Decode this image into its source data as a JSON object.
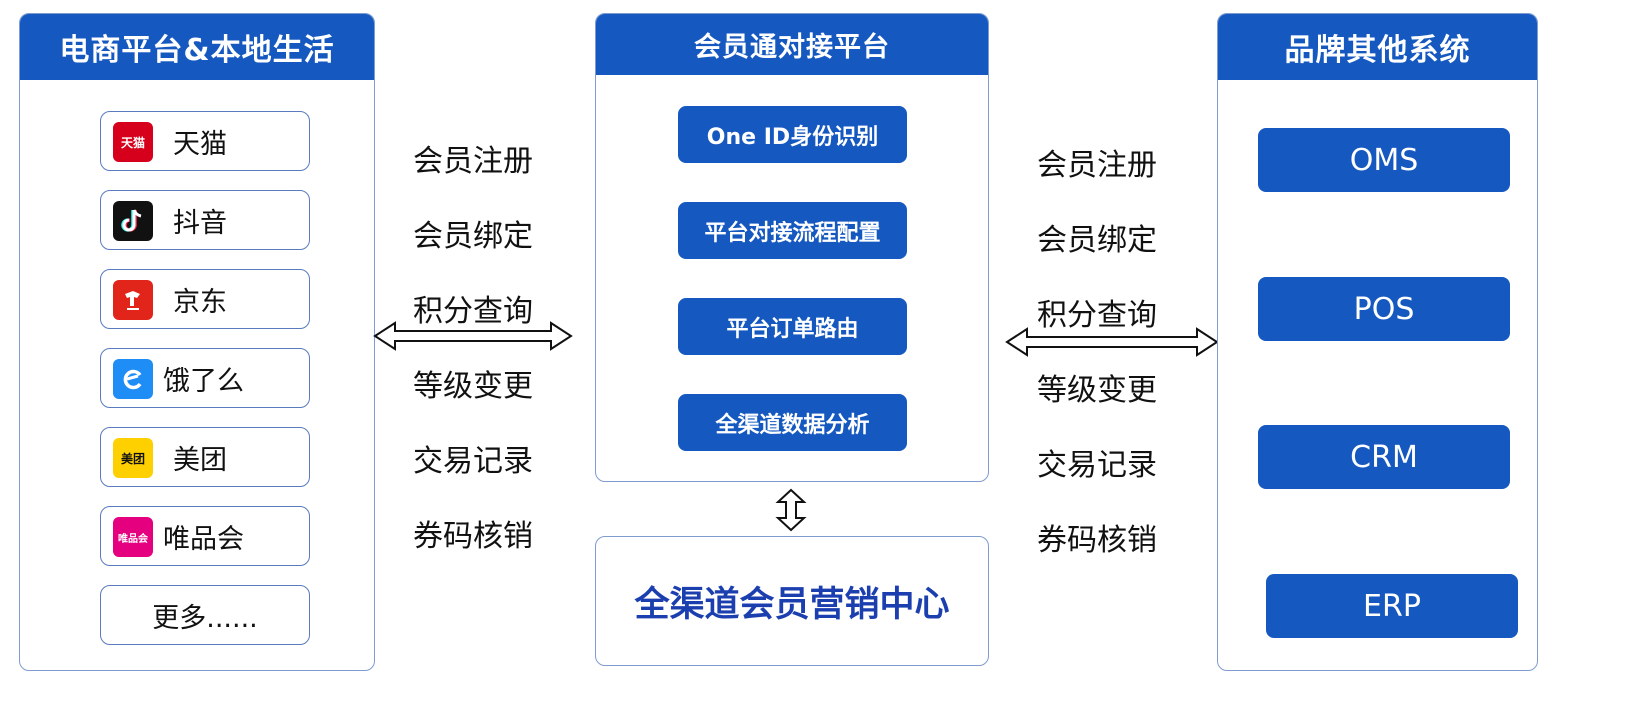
{
  "left_panel": {
    "title": "电商平台&本地生活",
    "items": [
      {
        "label": "天猫",
        "icon": "tmall-logo-icon",
        "color": "#d6001c"
      },
      {
        "label": "抖音",
        "icon": "douyin-logo-icon",
        "color": "#111111"
      },
      {
        "label": "京东",
        "icon": "jd-logo-icon",
        "color": "#e1251b"
      },
      {
        "label": "饿了么",
        "icon": "eleme-logo-icon",
        "color": "#1e8ef6"
      },
      {
        "label": "美团",
        "icon": "meituan-logo-icon",
        "color": "#ffd000"
      },
      {
        "label": "唯品会",
        "icon": "vipshop-logo-icon",
        "color": "#e4007f"
      },
      {
        "label": "更多......"
      }
    ]
  },
  "left_functions": [
    "会员注册",
    "会员绑定",
    "积分查询",
    "等级变更",
    "交易记录",
    "券码核销"
  ],
  "center_panel": {
    "title": "会员通对接平台",
    "buttons": [
      "One ID身份识别",
      "平台对接流程配置",
      "平台订单路由",
      "全渠道数据分析"
    ]
  },
  "bottom_panel": {
    "title": "全渠道会员营销中心"
  },
  "right_functions": [
    "会员注册",
    "会员绑定",
    "积分查询",
    "等级变更",
    "交易记录",
    "券码核销"
  ],
  "right_panel": {
    "title": "品牌其他系统",
    "systems": [
      "OMS",
      "POS",
      "CRM",
      "ERP"
    ]
  },
  "colors": {
    "primary": "#1558c0",
    "border": "#7f9bd0",
    "accent_text": "#1c3fb0"
  }
}
